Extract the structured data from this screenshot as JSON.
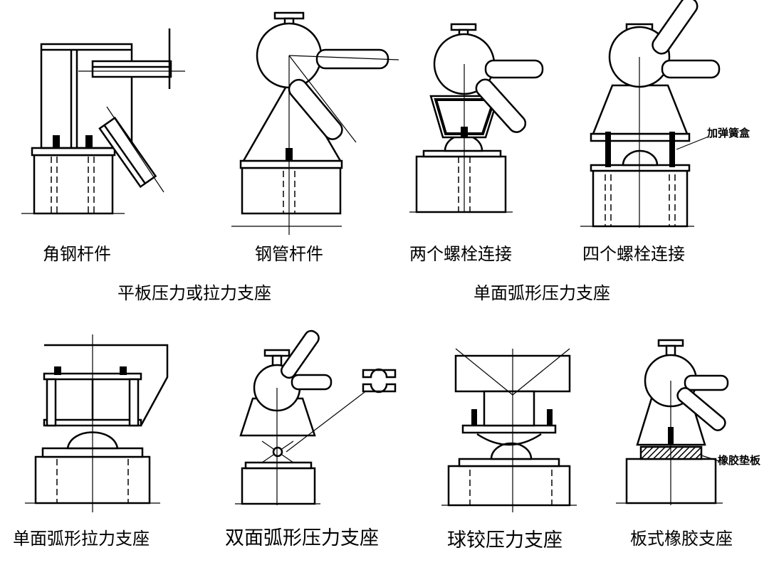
{
  "top_row": {
    "labels": [
      "角钢杆件",
      "钢管杆件",
      "两个螺栓连接",
      "四个螺栓连接"
    ],
    "group_labels": [
      "平板压力或拉力支座",
      "单面弧形压力支座"
    ],
    "note_spring_box": "加弹簧盒"
  },
  "bottom_row": {
    "labels": [
      "单面弧形拉力支座",
      "双面弧形压力支座",
      "球铰压力支座",
      "板式橡胶支座"
    ],
    "note_rubber_pad": "橡胶垫板"
  }
}
